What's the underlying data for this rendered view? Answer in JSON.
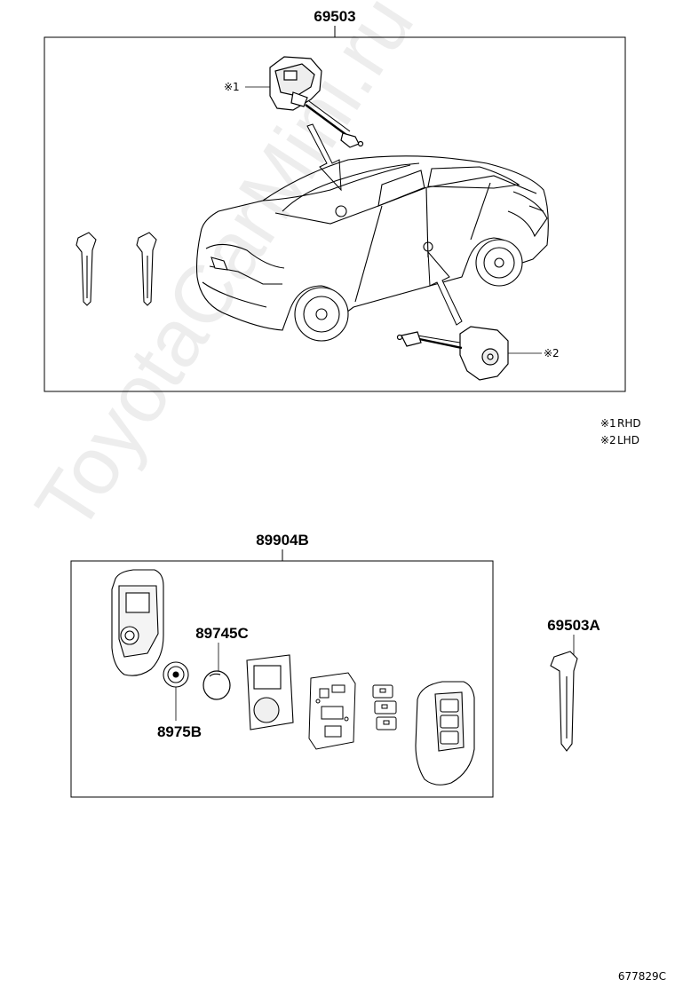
{
  "top_group": {
    "part_number": "69503",
    "markers": {
      "rhd_callout": "※1",
      "lhd_callout": "※2"
    }
  },
  "notes": [
    {
      "mark": "※1",
      "text": "RHD"
    },
    {
      "mark": "※2",
      "text": "LHD"
    }
  ],
  "bottom_group": {
    "part_number": "89904B",
    "parts": {
      "battery": "89745C",
      "cover": "8975B"
    }
  },
  "spare_key": {
    "part_number": "69503A"
  },
  "figure_id": "677829C",
  "watermark": "ToyotaCarMini.ru"
}
